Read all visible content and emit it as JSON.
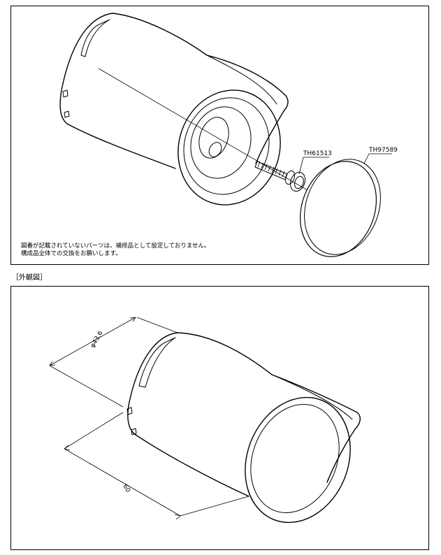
{
  "exploded_view": {
    "parts": [
      {
        "part_number": "TH61513"
      },
      {
        "part_number": "TH97589"
      }
    ],
    "note_line1": "図番が記載されていないパーツは、補修品として設定しておりません。",
    "note_line2": "構成品全体での交換をお願いします。"
  },
  "external_view": {
    "section_label": "［外観図］",
    "dim_diameter": "φ43.6",
    "dim_length": "60"
  }
}
